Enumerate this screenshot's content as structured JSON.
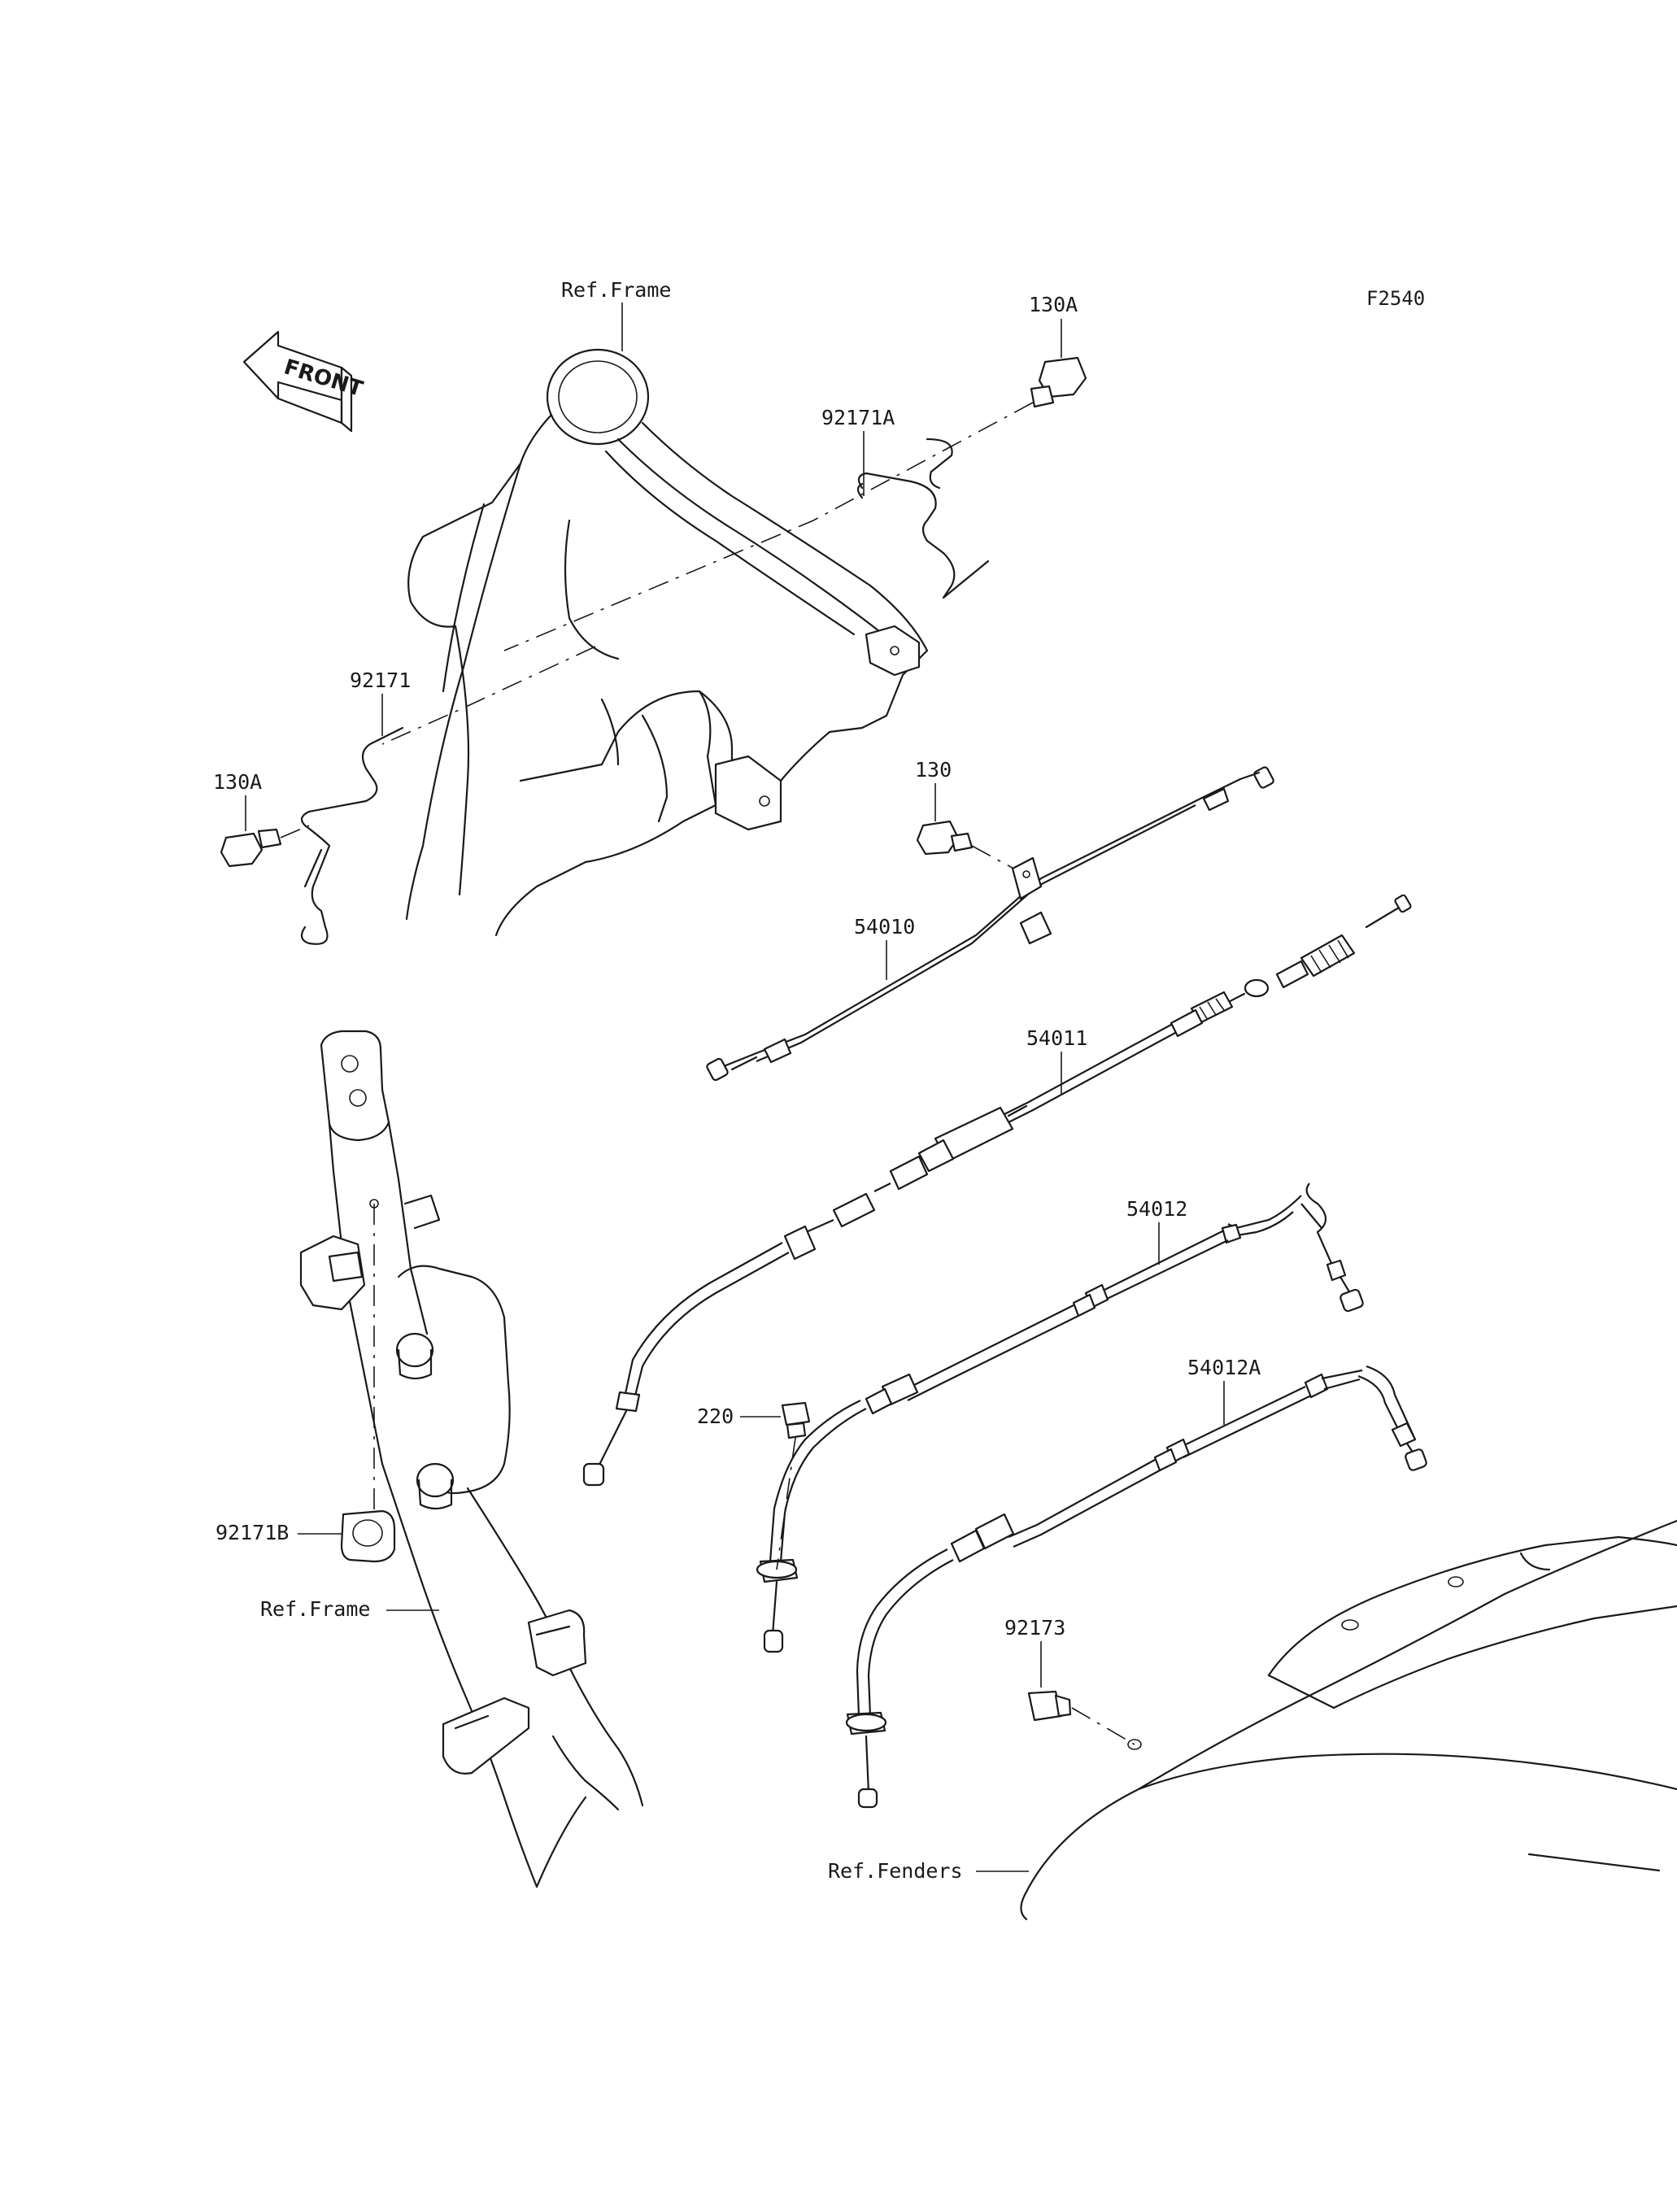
{
  "figure_code": "F2540",
  "front_arrow_label": "FRONT",
  "parts": [
    {
      "id": "ref-frame-top",
      "label": "Ref.Frame"
    },
    {
      "id": "bolt-130a-top",
      "label": "130A"
    },
    {
      "id": "clamp-92171a",
      "label": "92171A"
    },
    {
      "id": "clamp-92171",
      "label": "92171"
    },
    {
      "id": "bolt-130a-left",
      "label": "130A"
    },
    {
      "id": "bolt-130",
      "label": "130"
    },
    {
      "id": "cable-54010",
      "label": "54010"
    },
    {
      "id": "cable-54011",
      "label": "54011"
    },
    {
      "id": "cable-54012",
      "label": "54012"
    },
    {
      "id": "cable-54012a",
      "label": "54012A"
    },
    {
      "id": "screw-220",
      "label": "220"
    },
    {
      "id": "clamp-92171b",
      "label": "92171B"
    },
    {
      "id": "ref-frame-bottom",
      "label": "Ref.Frame"
    },
    {
      "id": "clip-92173",
      "label": "92173"
    },
    {
      "id": "ref-fenders",
      "label": "Ref.Fenders"
    }
  ]
}
